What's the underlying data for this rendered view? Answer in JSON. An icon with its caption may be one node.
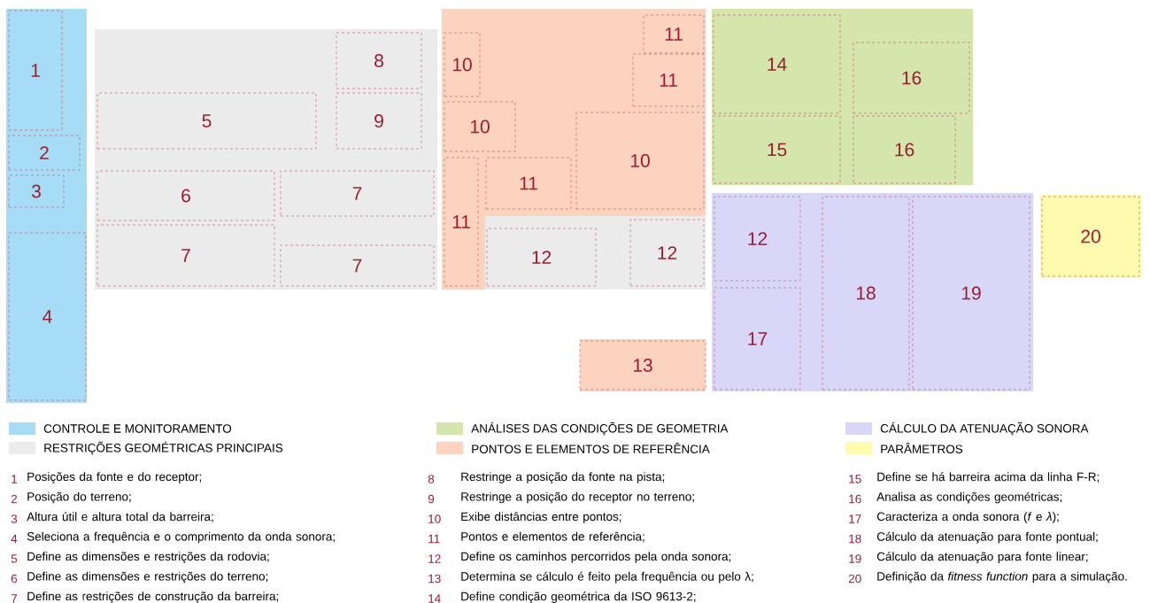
{
  "diagram": {
    "nodes": [
      {
        "text": [
          "1"
        ]
      },
      {
        "text": [
          "2"
        ]
      },
      {
        "text": [
          "3"
        ]
      },
      {
        "text": [
          "4"
        ]
      },
      {
        "text": [
          "8"
        ]
      },
      {
        "text": [
          "5"
        ]
      },
      {
        "text": [
          "9"
        ]
      },
      {
        "text": [
          "6"
        ]
      },
      {
        "text": [
          "7"
        ]
      },
      {
        "text": [
          "7"
        ]
      },
      {
        "text": [
          "7"
        ]
      },
      {
        "text": [
          "10"
        ]
      },
      {
        "text": [
          "10"
        ]
      },
      {
        "text": [
          "11"
        ]
      },
      {
        "text": [
          "11"
        ]
      },
      {
        "text": [
          "10"
        ]
      },
      {
        "text": [
          "11"
        ]
      },
      {
        "text": [
          "11"
        ]
      },
      {
        "text": [
          "12"
        ]
      },
      {
        "text": [
          "12"
        ]
      },
      {
        "text": [
          "13"
        ]
      },
      {
        "text": [
          "14"
        ]
      },
      {
        "text": [
          "16"
        ]
      },
      {
        "text": [
          "15"
        ]
      },
      {
        "text": [
          "16"
        ]
      },
      {
        "text": [
          "12"
        ]
      },
      {
        "text": [
          "17"
        ]
      },
      {
        "text": [
          "18"
        ]
      },
      {
        "text": [
          "19"
        ]
      },
      {
        "text": [
          "20"
        ]
      }
    ],
    "labels": [
      "1",
      "Posições da fonte e do receptor;",
      "2",
      "Posição do terreno;",
      "3",
      "Altura útil e altura total da barreira;",
      "4",
      "Seleciona a frequência e o comprimento da onda sonora;",
      "5",
      "Define as dimensões e restrições da rodovia;",
      "6",
      "Define as dimensões e restrições do terreno;",
      "7",
      "Define as restrições de construção da barreira;",
      "8",
      "Restringe a posição da fonte na pista;",
      "9",
      "Restringe a posição do receptor no terreno;",
      "10",
      "Exibe distâncias entre pontos;",
      "11",
      "Pontos e elementos de referência;",
      "12",
      "Define os caminhos percorridos pela onda sonora;",
      "13",
      "Determina se cálculo é feito pela frequência ou pelo λ;",
      "14",
      "Define condição geométrica da ISO 9613-2;",
      "15",
      "Define se há barreira acima da linha F-R;",
      "16",
      "Analisa as condições geométricas;",
      "17",
      "Caracteriza a onda sonora (*f* e *λ*);",
      "18",
      "Cálculo da atenuação para fonte pontual;",
      "19",
      "Cálculo da atenuação para fonte linear;",
      "20",
      "Definição da *fitness function* para a simulação."
    ],
    "legend": [
      {
        "text": "CONTROLE E MONITORAMENTO",
        "color": "#a6dcf6"
      },
      {
        "text": "RESTRIÇÕES GEOMÉTRICAS PRINCIPAIS",
        "color": "#ebebeb"
      },
      {
        "text": "ANÁLISES DAS CONDIÇÕES DE GEOMETRIA",
        "color": "#d5e6ad"
      },
      {
        "text": "PONTOS E ELEMENTOS DE REFERÊNCIA",
        "color": "#fcd3be"
      },
      {
        "text": "CÁLCULO DA ATENUAÇÃO SONORA",
        "color": "#d9d7f8"
      },
      {
        "text": "PARÂMETROS",
        "color": "#fefbae"
      }
    ]
  }
}
